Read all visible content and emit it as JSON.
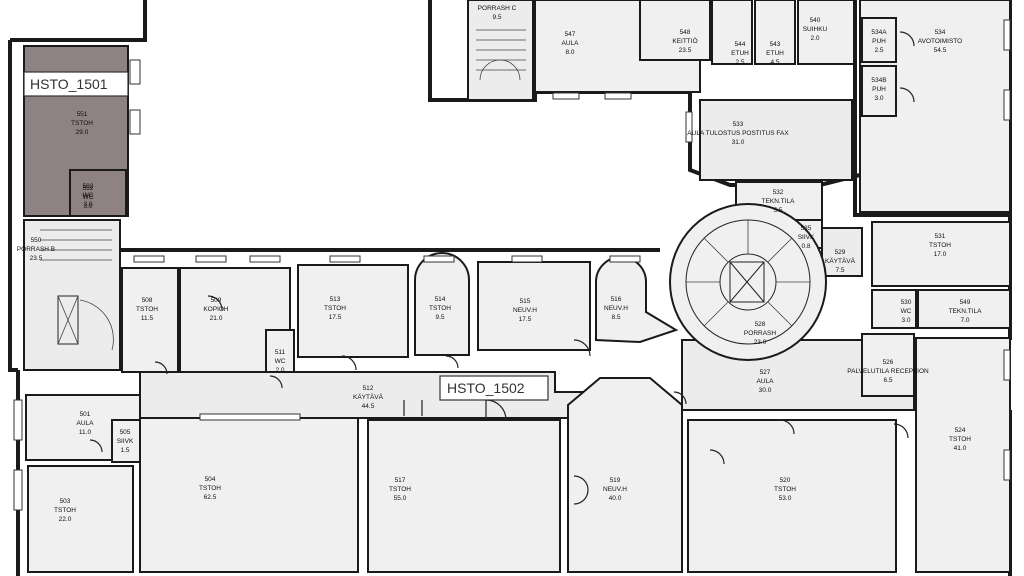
{
  "map": {
    "zone_tags": [
      {
        "id": "t1",
        "text": "HSTO_1501",
        "highlighted": true
      },
      {
        "id": "t2",
        "text": "HSTO_1502",
        "highlighted": false
      }
    ],
    "rooms": [
      {
        "id": "r501",
        "no": "501",
        "name": "AULA",
        "area": "11.0"
      },
      {
        "id": "r502",
        "no": "502",
        "name": "WC",
        "area": "3.0"
      },
      {
        "id": "r503",
        "no": "503",
        "name": "TSTOH",
        "area": "22.0"
      },
      {
        "id": "r504",
        "no": "504",
        "name": "TSTOH",
        "area": "62.5"
      },
      {
        "id": "r505",
        "no": "505",
        "name": "SIIVK",
        "area": "1.5"
      },
      {
        "id": "r508",
        "no": "508",
        "name": "TSTOH",
        "area": "11.5"
      },
      {
        "id": "r509",
        "no": "509",
        "name": "KOPIOH",
        "area": "21.0"
      },
      {
        "id": "r511",
        "no": "511",
        "name": "WC",
        "area": "2.0"
      },
      {
        "id": "r512",
        "no": "512",
        "name": "KÄYTÄVÄ",
        "area": "44.5"
      },
      {
        "id": "r513",
        "no": "513",
        "name": "TSTOH",
        "area": "17.5"
      },
      {
        "id": "r514",
        "no": "514",
        "name": "TSTOH",
        "area": "9.5"
      },
      {
        "id": "r515",
        "no": "515",
        "name": "NEUV.H",
        "area": "17.5"
      },
      {
        "id": "r516",
        "no": "516",
        "name": "NEUV.H",
        "area": "8.5"
      },
      {
        "id": "r517",
        "no": "517",
        "name": "TSTOH",
        "area": "55.0"
      },
      {
        "id": "r519",
        "no": "519",
        "name": "NEUV.H",
        "area": "40.0"
      },
      {
        "id": "r520",
        "no": "520",
        "name": "TSTOH",
        "area": "53.0"
      },
      {
        "id": "r524",
        "no": "524",
        "name": "TSTOH",
        "area": "41.0"
      },
      {
        "id": "r526",
        "no": "526",
        "name": "PALVELUTILA RECEPTION",
        "area": "6.5"
      },
      {
        "id": "r527",
        "no": "527",
        "name": "AULA",
        "area": "30.0"
      },
      {
        "id": "r528",
        "no": "528",
        "name": "PORRASH",
        "area": "23.0"
      },
      {
        "id": "r529",
        "no": "529",
        "name": "KÄYTÄVÄ",
        "area": "7.5"
      },
      {
        "id": "r530",
        "no": "530",
        "name": "WC",
        "area": "3.0"
      },
      {
        "id": "r531",
        "no": "531",
        "name": "TSTOH",
        "area": "17.0"
      },
      {
        "id": "r532",
        "no": "532",
        "name": "TEKN.TILA",
        "area": "5.5"
      },
      {
        "id": "r533",
        "no": "533",
        "name": "AULA TULOSTUS POSTITUS FAX",
        "area": "31.0"
      },
      {
        "id": "r534",
        "no": "534",
        "name": "AVOTOIMISTO",
        "area": "54.5"
      },
      {
        "id": "r534a",
        "no": "534A",
        "name": "PUH",
        "area": "2.5"
      },
      {
        "id": "r534b",
        "no": "534B",
        "name": "PUH",
        "area": "3.0"
      },
      {
        "id": "r535",
        "no": "535",
        "name": "SIIVK",
        "area": "0.8"
      },
      {
        "id": "r540",
        "no": "540",
        "name": "SUIHKU",
        "area": "2.0"
      },
      {
        "id": "r543",
        "no": "543",
        "name": "ETUH",
        "area": "4.5"
      },
      {
        "id": "r544",
        "no": "544",
        "name": "ETUH",
        "area": "2.5"
      },
      {
        "id": "r547",
        "no": "547",
        "name": "AULA",
        "area": "8.0"
      },
      {
        "id": "r548",
        "no": "548",
        "name": "KEITTIÖ",
        "area": "23.5"
      },
      {
        "id": "r549",
        "no": "549",
        "name": "TEKN.TILA",
        "area": "7.0"
      },
      {
        "id": "r550",
        "no": "550",
        "name": "PORRASH B",
        "area": "23.5"
      },
      {
        "id": "r551",
        "no": "551",
        "name": "TSTOH",
        "area": "29.0"
      },
      {
        "id": "r552",
        "no": "552",
        "name": "WC",
        "area": "3.0"
      },
      {
        "id": "rporc",
        "no": "",
        "name": "PORRASH C",
        "area": "9.5"
      }
    ]
  }
}
